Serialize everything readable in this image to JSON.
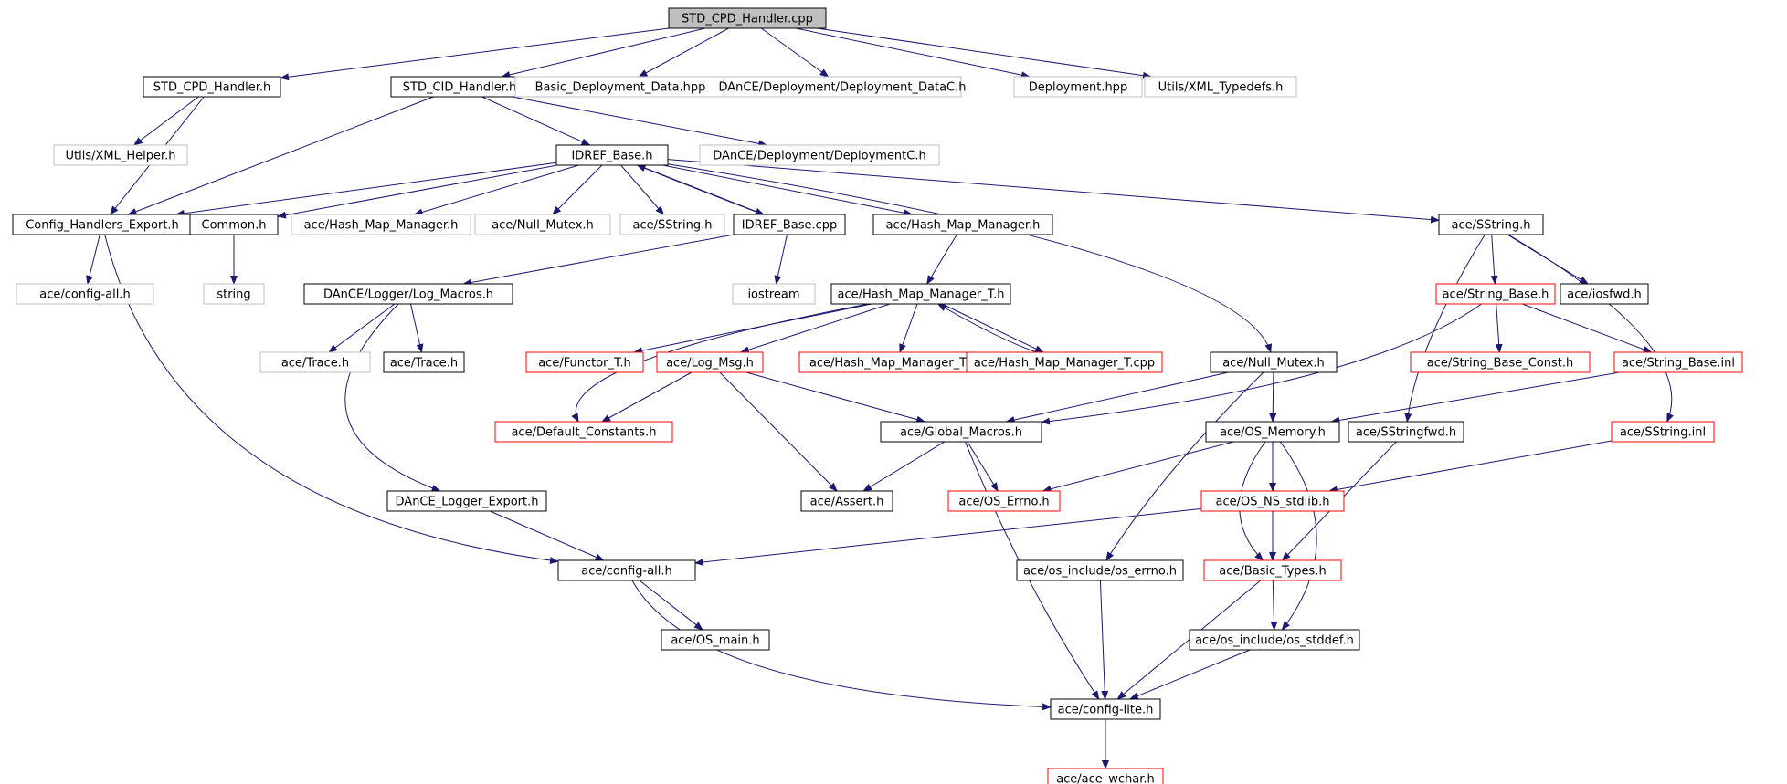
{
  "graph": {
    "root": "STD_CPD_Handler.cpp",
    "colors": {
      "edge": "#191970",
      "border_normal": "#000000",
      "border_external": "#bfbfbf",
      "border_truncated": "#ff0000",
      "root_fill": "#bfbfbf",
      "fill": "#ffffff"
    },
    "nodes": [
      {
        "id": "n0",
        "label": "STD_CPD_Handler.cpp",
        "style": "root"
      },
      {
        "id": "n1",
        "label": "STD_CPD_Handler.h",
        "style": "normal"
      },
      {
        "id": "n2",
        "label": "STD_CID_Handler.h",
        "style": "normal"
      },
      {
        "id": "n3",
        "label": "Basic_Deployment_Data.hpp",
        "style": "external"
      },
      {
        "id": "n4",
        "label": "DAnCE/Deployment/Deployment_DataC.h",
        "style": "external"
      },
      {
        "id": "n5",
        "label": "Deployment.hpp",
        "style": "external"
      },
      {
        "id": "n6",
        "label": "Utils/XML_Typedefs.h",
        "style": "external"
      },
      {
        "id": "n7",
        "label": "Utils/XML_Helper.h",
        "style": "external"
      },
      {
        "id": "n8",
        "label": "IDREF_Base.h",
        "style": "normal"
      },
      {
        "id": "n9",
        "label": "DAnCE/Deployment/DeploymentC.h",
        "style": "external"
      },
      {
        "id": "n10",
        "label": "Config_Handlers_Export.h",
        "style": "normal"
      },
      {
        "id": "n11",
        "label": "Common.h",
        "style": "normal"
      },
      {
        "id": "n12",
        "label": "ace/Hash_Map_Manager.h",
        "style": "external"
      },
      {
        "id": "n13",
        "label": "ace/Null_Mutex.h",
        "style": "external"
      },
      {
        "id": "n14",
        "label": "ace/SString.h",
        "style": "external"
      },
      {
        "id": "n15",
        "label": "IDREF_Base.cpp",
        "style": "normal"
      },
      {
        "id": "n16",
        "label": "ace/Hash_Map_Manager.h",
        "style": "normal"
      },
      {
        "id": "n17",
        "label": "ace/SString.h",
        "style": "normal"
      },
      {
        "id": "n18",
        "label": "ace/config-all.h",
        "style": "external"
      },
      {
        "id": "n19",
        "label": "string",
        "style": "external"
      },
      {
        "id": "n20",
        "label": "DAnCE/Logger/Log_Macros.h",
        "style": "normal"
      },
      {
        "id": "n21",
        "label": "iostream",
        "style": "external"
      },
      {
        "id": "n22",
        "label": "ace/Hash_Map_Manager_T.h",
        "style": "normal"
      },
      {
        "id": "n23",
        "label": "ace/String_Base.h",
        "style": "truncated"
      },
      {
        "id": "n24",
        "label": "ace/iosfwd.h",
        "style": "normal"
      },
      {
        "id": "n25",
        "label": "ace/Trace.h",
        "style": "external"
      },
      {
        "id": "n26",
        "label": "ace/Trace.h",
        "style": "normal"
      },
      {
        "id": "n27",
        "label": "ace/Functor_T.h",
        "style": "truncated"
      },
      {
        "id": "n28",
        "label": "ace/Log_Msg.h",
        "style": "truncated"
      },
      {
        "id": "n29",
        "label": "ace/Hash_Map_Manager_T.inl",
        "style": "truncated"
      },
      {
        "id": "n30",
        "label": "ace/Hash_Map_Manager_T.cpp",
        "style": "truncated"
      },
      {
        "id": "n31",
        "label": "ace/Null_Mutex.h",
        "style": "normal"
      },
      {
        "id": "n32",
        "label": "ace/String_Base_Const.h",
        "style": "truncated"
      },
      {
        "id": "n33",
        "label": "ace/String_Base.inl",
        "style": "truncated"
      },
      {
        "id": "n34",
        "label": "ace/Default_Constants.h",
        "style": "truncated"
      },
      {
        "id": "n35",
        "label": "ace/Global_Macros.h",
        "style": "normal"
      },
      {
        "id": "n36",
        "label": "ace/OS_Memory.h",
        "style": "normal"
      },
      {
        "id": "n37",
        "label": "ace/SStringfwd.h",
        "style": "normal"
      },
      {
        "id": "n38",
        "label": "ace/SString.inl",
        "style": "truncated"
      },
      {
        "id": "n39",
        "label": "DAnCE_Logger_Export.h",
        "style": "normal"
      },
      {
        "id": "n40",
        "label": "ace/Assert.h",
        "style": "normal"
      },
      {
        "id": "n41",
        "label": "ace/OS_Errno.h",
        "style": "truncated"
      },
      {
        "id": "n42",
        "label": "ace/OS_NS_stdlib.h",
        "style": "truncated"
      },
      {
        "id": "n43",
        "label": "ace/config-all.h",
        "style": "normal"
      },
      {
        "id": "n44",
        "label": "ace/os_include/os_errno.h",
        "style": "normal"
      },
      {
        "id": "n45",
        "label": "ace/Basic_Types.h",
        "style": "truncated"
      },
      {
        "id": "n46",
        "label": "ace/OS_main.h",
        "style": "normal"
      },
      {
        "id": "n47",
        "label": "ace/os_include/os_stddef.h",
        "style": "normal"
      },
      {
        "id": "n48",
        "label": "ace/config-lite.h",
        "style": "normal"
      },
      {
        "id": "n49",
        "label": "ace/ace_wchar.h",
        "style": "truncated"
      }
    ],
    "edges": [
      [
        "n0",
        "n1"
      ],
      [
        "n0",
        "n2"
      ],
      [
        "n0",
        "n3"
      ],
      [
        "n0",
        "n4"
      ],
      [
        "n0",
        "n5"
      ],
      [
        "n0",
        "n6"
      ],
      [
        "n1",
        "n7"
      ],
      [
        "n1",
        "n10"
      ],
      [
        "n2",
        "n10"
      ],
      [
        "n2",
        "n8"
      ],
      [
        "n2",
        "n9"
      ],
      [
        "n8",
        "n10"
      ],
      [
        "n8",
        "n11"
      ],
      [
        "n8",
        "n12"
      ],
      [
        "n8",
        "n13"
      ],
      [
        "n8",
        "n14"
      ],
      [
        "n8",
        "n15"
      ],
      [
        "n8",
        "n16"
      ],
      [
        "n8",
        "n17"
      ],
      [
        "n8",
        "n31"
      ],
      [
        "n15",
        "n8"
      ],
      [
        "n15",
        "n20"
      ],
      [
        "n15",
        "n21"
      ],
      [
        "n10",
        "n18"
      ],
      [
        "n10",
        "n43"
      ],
      [
        "n11",
        "n19"
      ],
      [
        "n16",
        "n22"
      ],
      [
        "n17",
        "n23"
      ],
      [
        "n17",
        "n24"
      ],
      [
        "n17",
        "n37"
      ],
      [
        "n17",
        "n38"
      ],
      [
        "n20",
        "n25"
      ],
      [
        "n20",
        "n26"
      ],
      [
        "n20",
        "n39"
      ],
      [
        "n22",
        "n27"
      ],
      [
        "n22",
        "n28"
      ],
      [
        "n22",
        "n29"
      ],
      [
        "n22",
        "n30"
      ],
      [
        "n22",
        "n34"
      ],
      [
        "n30",
        "n22"
      ],
      [
        "n23",
        "n32"
      ],
      [
        "n23",
        "n33"
      ],
      [
        "n23",
        "n35"
      ],
      [
        "n33",
        "n36"
      ],
      [
        "n28",
        "n34"
      ],
      [
        "n28",
        "n35"
      ],
      [
        "n28",
        "n40"
      ],
      [
        "n31",
        "n35"
      ],
      [
        "n31",
        "n36"
      ],
      [
        "n31",
        "n44"
      ],
      [
        "n35",
        "n40"
      ],
      [
        "n35",
        "n41"
      ],
      [
        "n35",
        "n48"
      ],
      [
        "n36",
        "n41"
      ],
      [
        "n36",
        "n42"
      ],
      [
        "n36",
        "n45"
      ],
      [
        "n36",
        "n47"
      ],
      [
        "n37",
        "n45"
      ],
      [
        "n38",
        "n42"
      ],
      [
        "n39",
        "n43"
      ],
      [
        "n42",
        "n43"
      ],
      [
        "n42",
        "n45"
      ],
      [
        "n43",
        "n46"
      ],
      [
        "n43",
        "n48"
      ],
      [
        "n44",
        "n48"
      ],
      [
        "n45",
        "n47"
      ],
      [
        "n45",
        "n48"
      ],
      [
        "n47",
        "n48"
      ],
      [
        "n48",
        "n49"
      ]
    ]
  }
}
